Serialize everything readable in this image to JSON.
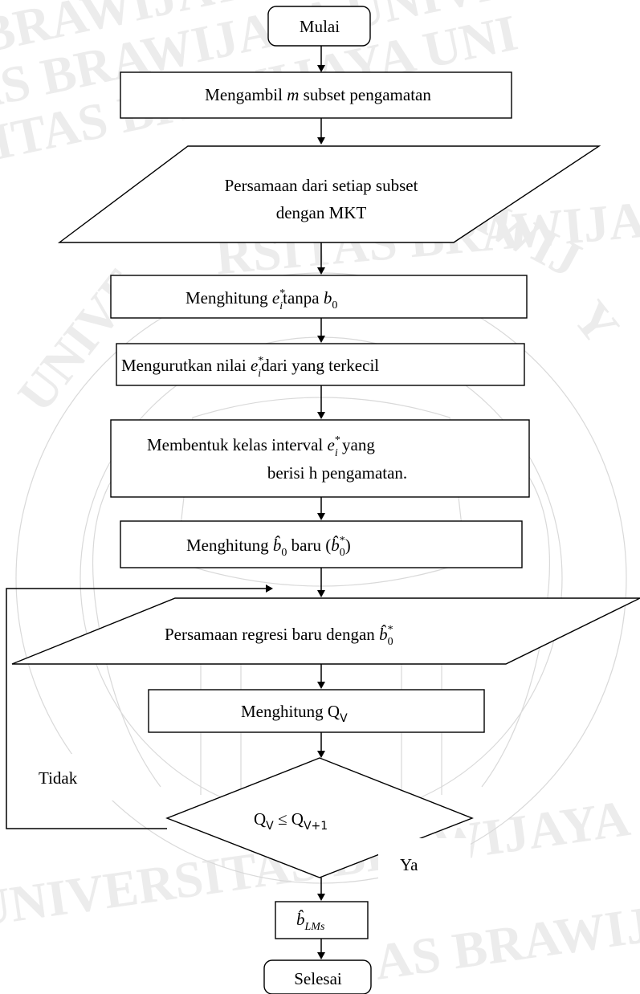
{
  "watermark": {
    "text_line_1": "BRAWIJAYA UNIVER",
    "text_line_2": "AS BRAWIJAYA UNIVE",
    "text_line_3": "SITAS BRAWIJAYA UNI",
    "arc_text": "RSITAS BRAWIJAYA",
    "arc_left": "UNIVE",
    "arc_right": "AWIJ",
    "arc_right_2": "Y",
    "bottom_left": "UNIVERSITAS BRAWIJAYA",
    "bottom_right": "AS BRAWIJAYA UNIVERSITAS"
  },
  "flowchart": {
    "start": "Mulai",
    "step1": {
      "before": "Mengambil ",
      "var": "m",
      "after": " subset pengamatan"
    },
    "step2": {
      "line1": "Persamaan dari setiap subset",
      "line2": "dengan MKT"
    },
    "step3": {
      "before": "Menghitung ",
      "var1": "e",
      "sup1": "*",
      "sub1": "i",
      "middle": "tanpa ",
      "var2": "b",
      "sub2": "0"
    },
    "step4": {
      "before": "Mengurutkan nilai ",
      "var": "e",
      "sup": "*",
      "sub": "i",
      "after": "dari yang terkecil"
    },
    "step5": {
      "line1_before": "Membentuk kelas interval ",
      "var": "e",
      "sup": "*",
      "sub": "i",
      "line1_after": " yang",
      "line2": "berisi h pengamatan."
    },
    "step6": {
      "before": "Menghitung ",
      "var1": "b̂",
      "sub1": "0",
      "middle": " baru (",
      "var2": "b̂",
      "sub2": "0",
      "sup2": "*",
      "after": ")"
    },
    "step7": {
      "before": "Persamaan regresi baru dengan ",
      "var": "b̂",
      "sub": "0",
      "sup": "*"
    },
    "step8": {
      "before": "Menghitung Q",
      "sub": "V"
    },
    "decision": {
      "q1": "Q",
      "sub1": "V",
      "op": " ≤ ",
      "q2": "Q",
      "sub2": "V+1"
    },
    "no_label": "Tidak",
    "yes_label": "Ya",
    "result": {
      "var": "b̂",
      "sub": "LMs"
    },
    "end": "Selesai"
  }
}
